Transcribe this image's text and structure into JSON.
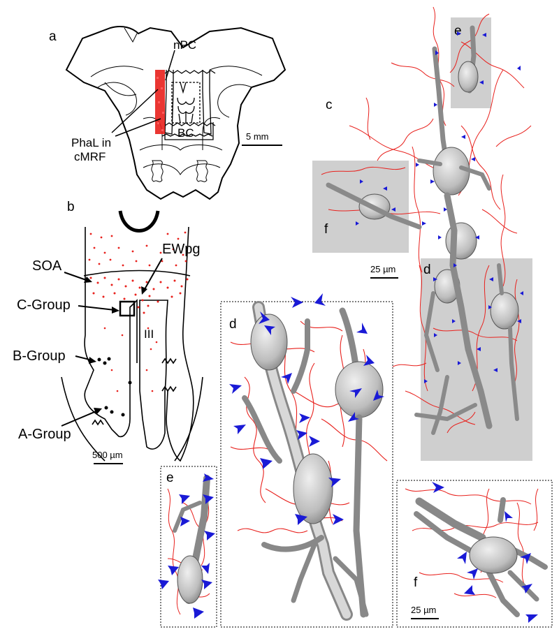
{
  "panels": {
    "a": {
      "letter": "a",
      "npc": "nPC",
      "bc": "BC",
      "phal_line1": "PhaL in",
      "phal_line2": "cMRF",
      "scale": "5 mm"
    },
    "b": {
      "letter": "b",
      "ewpg": "EWpg",
      "soa": "SOA",
      "c_group": "C-Group",
      "b_group": "B-Group",
      "a_group": "A-Group",
      "nucleus": "III",
      "scale": "500 µm"
    },
    "c": {
      "letter": "c",
      "inset_e": "e",
      "inset_f": "f",
      "inset_d": "d",
      "scale": "25 µm"
    },
    "d": {
      "letter": "d"
    },
    "e": {
      "letter": "e"
    },
    "f": {
      "letter": "f",
      "scale": "25 µm"
    }
  },
  "colors": {
    "axon": "#e8201c",
    "arrowhead": "#1a1ad6",
    "neuron_fill": "#c9c9c9",
    "inset_shade": "#cfcfcf",
    "line": "#000000"
  }
}
